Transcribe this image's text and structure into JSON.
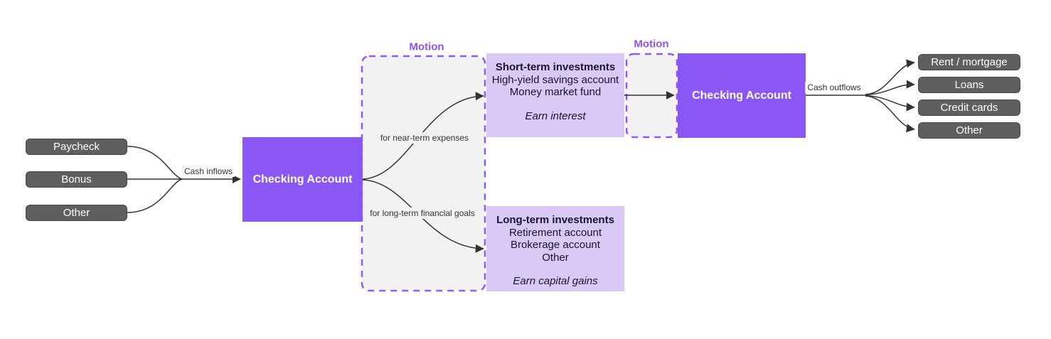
{
  "colors": {
    "accent_purple": "#8a57f5",
    "light_purple": "#d9c9f6",
    "motion_fill": "#f2f2f3",
    "motion_border": "#8f5cf0",
    "motion_label": "#8c52f5",
    "dark_node_fill": "#5f5f5f",
    "dark_node_border": "#464646",
    "edge_color": "#333333",
    "node_text_dark": "#15152e",
    "node_text_light": "#ffffff"
  },
  "diagram": {
    "inflow_sources": [
      {
        "label": "Paycheck"
      },
      {
        "label": "Bonus"
      },
      {
        "label": "Other"
      }
    ],
    "edges": {
      "cash_inflows": "Cash inflows",
      "near_term": "for near-term expenses",
      "long_term": "for long-term financlal goals",
      "cash_outflows": "Cash outflows"
    },
    "checking_account_in": {
      "label": "Checking Account"
    },
    "checking_account_out": {
      "label": "Checking Account"
    },
    "motion_groups": [
      {
        "label": "Motion"
      },
      {
        "label": "Motion"
      }
    ],
    "short_term_investments": {
      "title": "Short-term investments",
      "items": [
        "High-yield savings account",
        "Money market fund"
      ],
      "note": "Earn interest"
    },
    "long_term_investments": {
      "title": "Long-term investments",
      "items": [
        "Retirement account",
        "Brokerage account",
        "Other"
      ],
      "note": "Earn capital gains"
    },
    "outflow_targets": [
      {
        "label": "Rent / mortgage"
      },
      {
        "label": "Loans"
      },
      {
        "label": "Credit cards"
      },
      {
        "label": "Other"
      }
    ]
  }
}
